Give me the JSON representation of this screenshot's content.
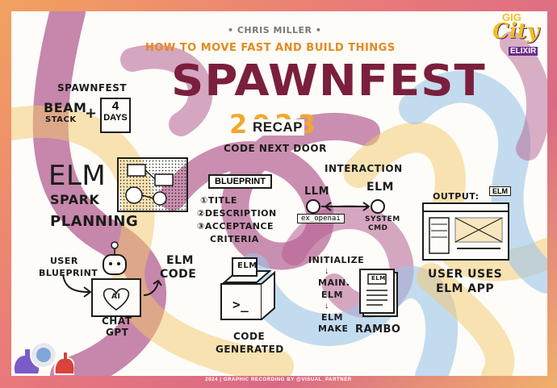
{
  "header": {
    "author": "• CHRIS MILLER •",
    "subtitle": "HOW TO MOVE FAST AND BUILD THINGS",
    "title": "SPAWNFEST",
    "year": "2023",
    "recap": "RECAP",
    "team": "CODE NEXT DOOR"
  },
  "logo": {
    "line1": "GIG",
    "line2": "City",
    "line3": "ELIXIR"
  },
  "spawnfest_block": {
    "label": "SPAWNFEST",
    "beam": "BEAM",
    "stack": "STACK",
    "plus": "+",
    "days_num": "4",
    "days": "DAYS"
  },
  "elm_block": {
    "elm": "ELM",
    "spark": "SPARK",
    "planning": "PLANNING"
  },
  "blueprint_block": {
    "title": "BLUEPRINT",
    "items": [
      "①TITLE",
      "②DESCRIPTION",
      "③ACCEPTANCE",
      "CRITERIA"
    ]
  },
  "interaction_block": {
    "title": "INTERACTION",
    "llm": "LLM",
    "elm": "ELM",
    "lib": "ex_openai",
    "system": "SYSTEM",
    "cmd": "CMD"
  },
  "output_block": {
    "label": "OUTPUT:",
    "tag": "ELM",
    "user_uses": "USER USES",
    "elm_app": "ELM APP"
  },
  "chatgpt_block": {
    "user": "USER",
    "blueprint": "BLUEPRINT",
    "ai": "AI",
    "chat": "CHAT",
    "gpt": "GPT",
    "elm": "ELM",
    "code": "CODE"
  },
  "code_block": {
    "box_label": "ELM",
    "prompt": ">_",
    "code": "CODE",
    "generated": "GENERATED"
  },
  "init_block": {
    "initialize": "INITIALIZE",
    "arrow": "↓",
    "main": "MAIN.",
    "elm": "ELM",
    "elm2": "ELM",
    "make": "MAKE"
  },
  "rambo_block": {
    "doc_label": "ELM",
    "rambo": "RAMBO"
  },
  "footer": "2024 | GRAPHIC RECORDING BY @VISUAL_PARTNER"
}
